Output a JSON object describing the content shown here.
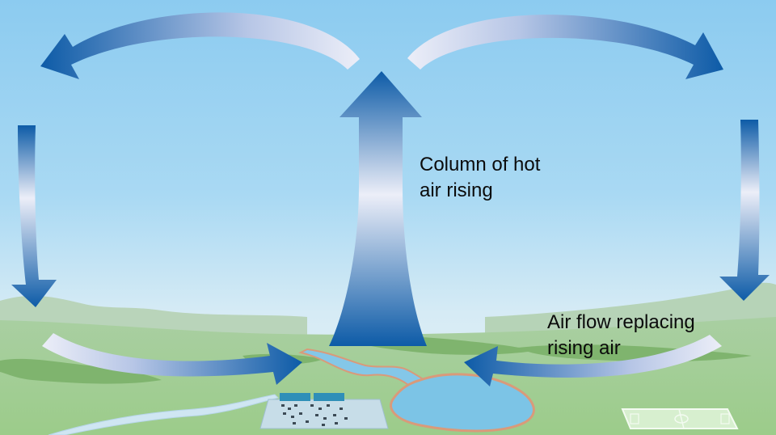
{
  "labels": {
    "hot_air": {
      "line1": "Column of hot",
      "line2": "air rising"
    },
    "replacing_air": {
      "line1": "Air flow replacing",
      "line2": "rising air"
    }
  },
  "colors": {
    "sky_top": "#8fcdf0",
    "sky_bottom": "#dcedf5",
    "arrow_dark": "#0c5aa6",
    "arrow_light": "#e9eaf6",
    "land": "#a6d292",
    "water": "#7cc4e6",
    "river_bank": "#d99a7a",
    "field": "#d5efce"
  },
  "icons": [
    "sports-field-icon",
    "factory-icon",
    "lake-icon",
    "river-icon"
  ]
}
